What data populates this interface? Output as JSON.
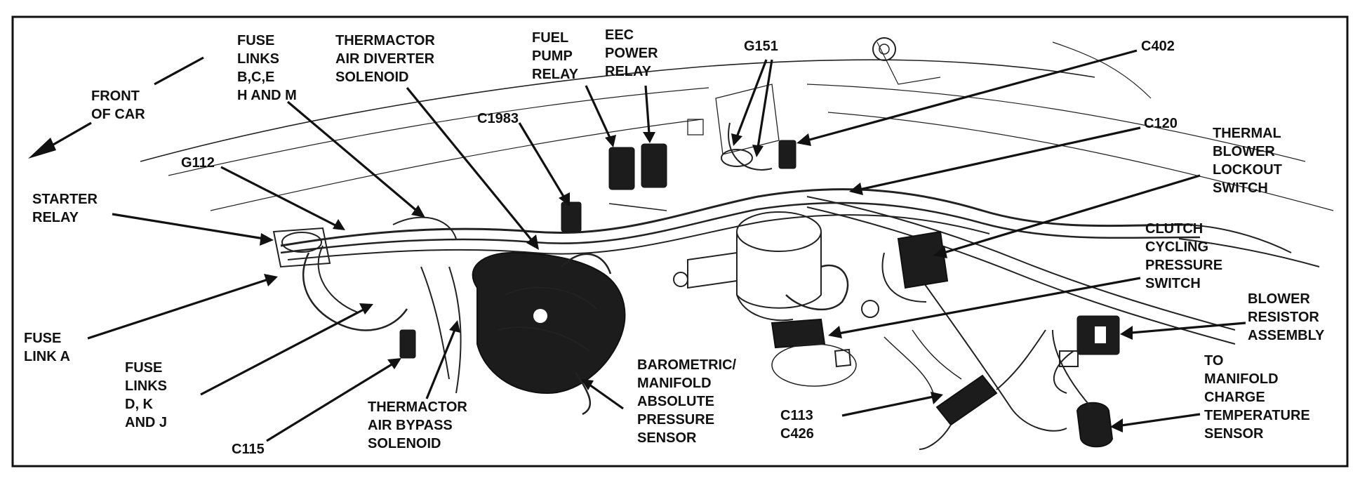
{
  "labels": {
    "front_of_car": [
      "FRONT",
      "OF CAR"
    ],
    "fuse_links_bcehm": [
      "FUSE",
      "LINKS",
      "B,C,E",
      "H AND M"
    ],
    "thermactor_air_diverter": [
      "THERMACTOR",
      "AIR DIVERTER",
      "SOLENOID"
    ],
    "fuel_pump_relay": [
      "FUEL",
      "PUMP",
      "RELAY"
    ],
    "eec_power_relay": [
      "EEC",
      "POWER",
      "RELAY"
    ],
    "g151": [
      "G151"
    ],
    "c402": [
      "C402"
    ],
    "c1983": [
      "C1983"
    ],
    "c120": [
      "C120"
    ],
    "g112": [
      "G112"
    ],
    "thermal_blower_lockout": [
      "THERMAL",
      "BLOWER",
      "LOCKOUT",
      "SWITCH"
    ],
    "starter_relay": [
      "STARTER",
      "RELAY"
    ],
    "clutch_cycling": [
      "CLUTCH",
      "CYCLING",
      "PRESSURE",
      "SWITCH"
    ],
    "blower_resistor": [
      "BLOWER",
      "RESISTOR",
      "ASSEMBLY"
    ],
    "fuse_link_a": [
      "FUSE",
      "LINK A"
    ],
    "to_manifold_charge": [
      "TO",
      "MANIFOLD",
      "CHARGE",
      "TEMPERATURE",
      "SENSOR"
    ],
    "fuse_links_dkj": [
      "FUSE",
      "LINKS",
      "D, K",
      "AND J"
    ],
    "barometric": [
      "BAROMETRIC/",
      "MANIFOLD",
      "ABSOLUTE",
      "PRESSURE",
      "SENSOR"
    ],
    "thermactor_air_bypass": [
      "THERMACTOR",
      "AIR BYPASS",
      "SOLENOID"
    ],
    "c113_c426": [
      "C113",
      "C426"
    ],
    "c115": [
      "C115"
    ]
  },
  "colors": {
    "ink": "#111111",
    "paper": "#ffffff"
  }
}
